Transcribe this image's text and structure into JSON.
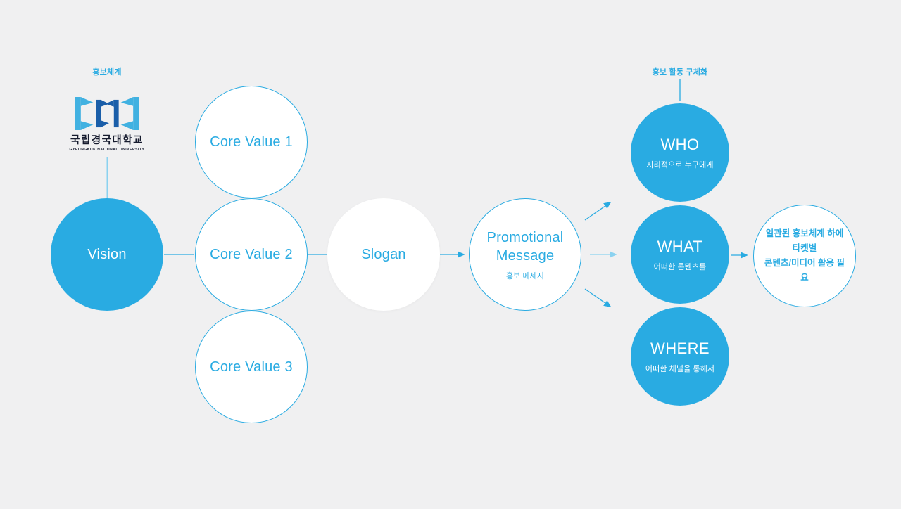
{
  "colors": {
    "background": "#F0F0F1",
    "accent": "#29ABE2",
    "light_line": "#8BD2F0",
    "logo_light_blue": "#41B1E1",
    "logo_dark_blue": "#1A5EA9",
    "logo_text_color": "#161B2E"
  },
  "sections": {
    "left_label": "홍보체계",
    "right_label": "홍보 활동 구체화"
  },
  "logo": {
    "korean_name": "국립경국대학교",
    "english_name": "GYEONGKUK NATIONAL UNIVERSITY"
  },
  "nodes": {
    "vision": {
      "label": "Vision"
    },
    "core_value_1": {
      "label": "Core Value 1"
    },
    "core_value_2": {
      "label": "Core Value 2"
    },
    "core_value_3": {
      "label": "Core Value 3"
    },
    "slogan": {
      "label": "Slogan"
    },
    "promotional_message": {
      "label": "Promotional Message",
      "sublabel": "홍보 메세지"
    },
    "who": {
      "label": "WHO",
      "sublabel": "지리적으로 누구에게"
    },
    "what": {
      "label": "WHAT",
      "sublabel": "어떠한 콘텐츠를"
    },
    "where": {
      "label": "WHERE",
      "sublabel": "어떠한 채널을 통해서"
    },
    "note": {
      "line1": "일관된 홍보체계 하에 타켓별",
      "line2": "콘텐츠/미디어 활용 필요"
    }
  }
}
